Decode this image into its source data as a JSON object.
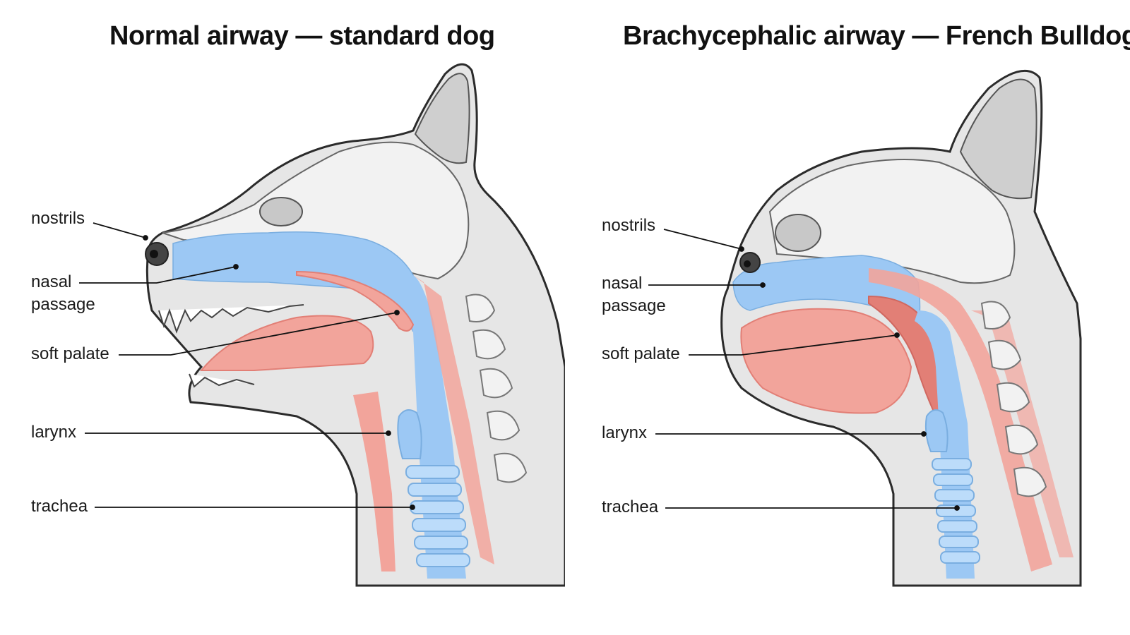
{
  "panels": [
    {
      "title": "Normal airway — standard dog",
      "labels": {
        "nostrils": "nostrils",
        "nasal_passage_1": "nasal",
        "nasal_passage_2": "passage",
        "soft_palate": "soft palate",
        "larynx": "larynx",
        "trachea": "trachea"
      }
    },
    {
      "title": "Brachycephalic airway — French Bulldog",
      "labels": {
        "nostrils": "nostrils",
        "nasal_passage_1": "nasal",
        "nasal_passage_2": "passage",
        "soft_palate": "soft palate",
        "larynx": "larynx",
        "trachea": "trachea"
      }
    }
  ],
  "colors": {
    "skin": "#e6e6e6",
    "bone": "#f2f2f2",
    "outline": "#2b2b2b",
    "airway": "#9cc8f4",
    "tissue": "#f2a49b",
    "tissue_dark": "#e27f76",
    "nose": "#444444",
    "leader_line": "#111111"
  }
}
